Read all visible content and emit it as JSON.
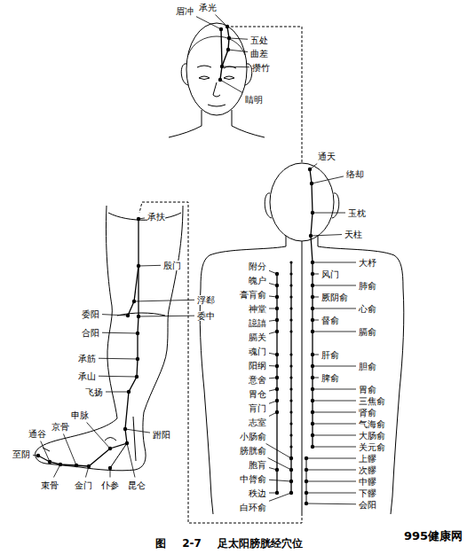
{
  "diagram": {
    "caption": "图 2-7 足太阳膀胱经穴位",
    "labels": [
      "眉冲",
      "承光",
      "五处",
      "曲差",
      "攒竹",
      "睛明",
      "通天",
      "络却",
      "玉枕",
      "天柱",
      "附分",
      "大杼",
      "魄户",
      "风门",
      "肺俞",
      "神堂",
      "膏肓俞",
      "厥阴俞",
      "心俞",
      "譩譆",
      "督俞",
      "膈关",
      "膈俞",
      "胆俞",
      "肝俞",
      "魂门",
      "胃俞",
      "阳纲",
      "脾俞",
      "三焦俞",
      "意舍",
      "肾俞",
      "胃仓",
      "肓门",
      "气海俞",
      "志室",
      "大肠俞",
      "小肠俞",
      "关元俞",
      "膀胱俞",
      "上髎",
      "胞肓",
      "次髎",
      "中膂俞",
      "中髎",
      "秩边",
      "下髎",
      "白环俞",
      "会阳",
      "承扶",
      "殷门",
      "浮郄",
      "委阳",
      "委中",
      "合阳",
      "承筋",
      "承山",
      "飞扬",
      "申脉",
      "京骨",
      "跗阳",
      "通谷",
      "至阴",
      "束骨",
      "金门",
      "仆参",
      "昆仑",
      "995健康网"
    ]
  }
}
